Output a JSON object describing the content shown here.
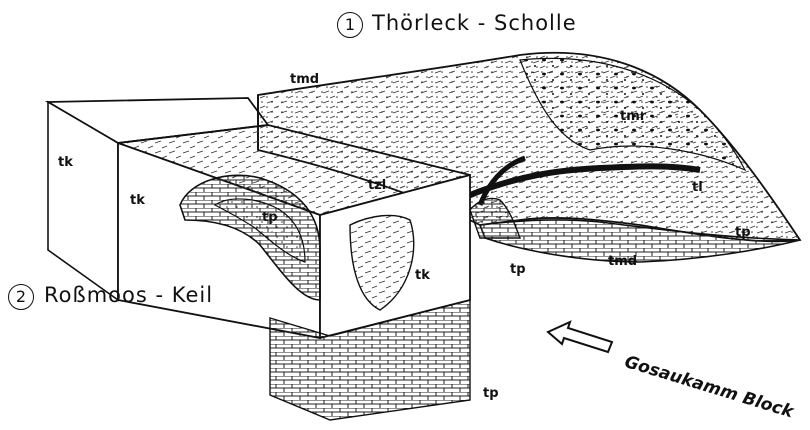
{
  "figure": {
    "block1": {
      "number": "1",
      "name": "Thörleck - Scholle"
    },
    "block2": {
      "number": "2",
      "name": "Roßmoos - Keil"
    },
    "arrow_label": "Gosaukamm Block",
    "unit_labels": {
      "tk_left": "tk",
      "tk_mid": "tk",
      "tk_front": "tk",
      "tp_fold": "tp",
      "tp_lower": "tp",
      "tp_base": "tp",
      "tp_tip": "tp",
      "tzl": "tzl",
      "tmd_top": "tmd",
      "tmd_lower": "tmd",
      "tmr": "tmr",
      "tl": "tl"
    }
  }
}
